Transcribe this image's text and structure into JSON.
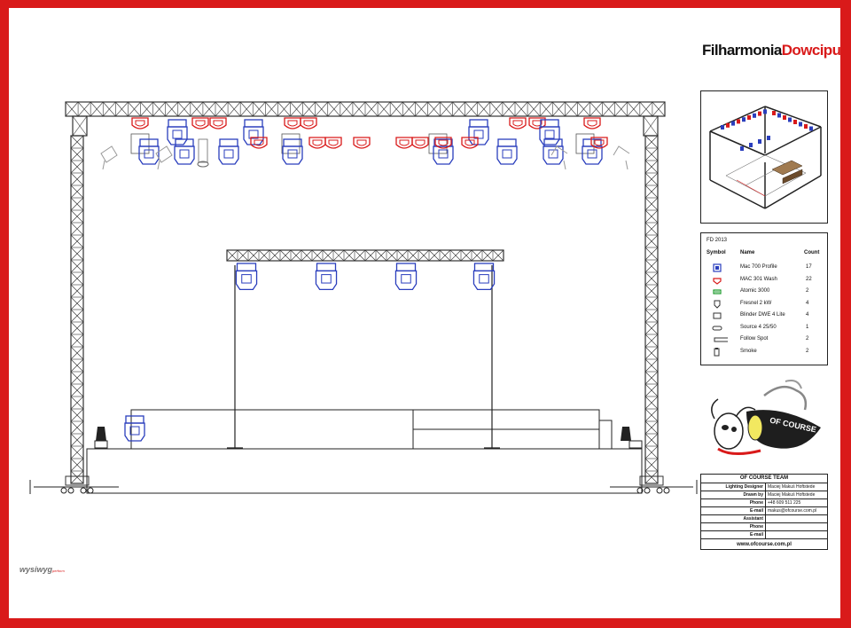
{
  "brand": {
    "logo_part1": "Filharmonia",
    "logo_part2": "Dowcipu"
  },
  "legend": {
    "title": "FD 2013",
    "header_symbol": "Symbol",
    "header_name": "Name",
    "header_count": "Count",
    "items": [
      {
        "symbol": "mac700-icon",
        "name": "Mac 700 Profile",
        "count": "17"
      },
      {
        "symbol": "mac301-icon",
        "name": "MAC 301 Wash",
        "count": "22"
      },
      {
        "symbol": "atomic-icon",
        "name": "Atomic 3000",
        "count": "2"
      },
      {
        "symbol": "fresnel-icon",
        "name": "Fresnel 2 kW",
        "count": "4"
      },
      {
        "symbol": "blinder-icon",
        "name": "Blinder DWE 4 Lite",
        "count": "4"
      },
      {
        "symbol": "source4-icon",
        "name": "Source 4 25/50",
        "count": "1"
      },
      {
        "symbol": "followspot-icon",
        "name": "Follow Spot",
        "count": "2"
      },
      {
        "symbol": "smoke-icon",
        "name": "Smoke",
        "count": "2"
      }
    ]
  },
  "mascot": {
    "text": "OF COURSE"
  },
  "title_block": {
    "team": "OF COURSE TEAM",
    "rows": [
      {
        "label": "Lighting Designer",
        "value": "Maciej Makuś Hoftstede"
      },
      {
        "label": "Drawn by",
        "value": "Maciej Makuś Hoftstede"
      },
      {
        "label": "Phone",
        "value": "+48 609 511 225"
      },
      {
        "label": "E-mail",
        "value": "makus@ofcourse.com.pl"
      },
      {
        "label": "Assistant",
        "value": ""
      },
      {
        "label": "Phone",
        "value": ""
      },
      {
        "label": "E-mail",
        "value": ""
      }
    ],
    "website": "www.ofcourse.com.pl"
  },
  "watermark": {
    "logo": "wysiwyg",
    "sub": "perform"
  },
  "colors": {
    "frame": "#d91a1a",
    "profile_fixture": "#2a3ebd",
    "wash_fixture": "#d91a1a",
    "atomic": "#1a9a2a",
    "line": "#222222",
    "truss": "#333333"
  }
}
